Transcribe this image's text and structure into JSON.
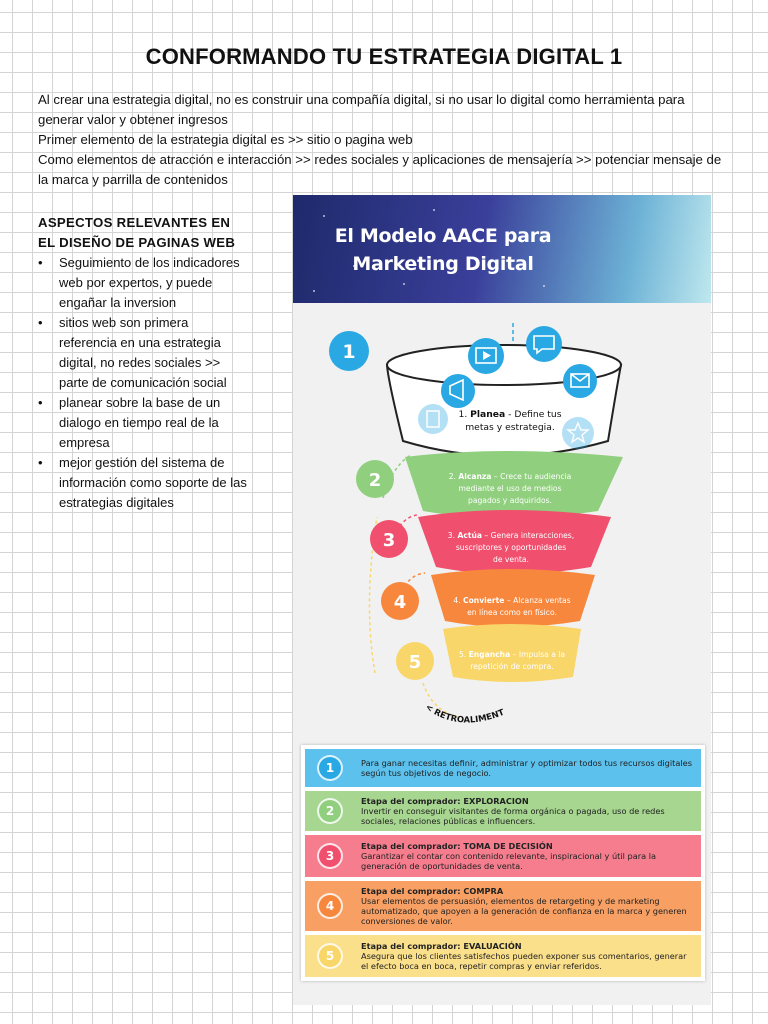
{
  "title": "CONFORMANDO TU ESTRATEGIA DIGITAL 1",
  "intro": [
    "Al crear una estrategia digital, no es construir una compañía digital, si no usar lo digital como herramienta para generar valor y obtener ingresos",
    "Primer elemento de la estrategia digital es >> sitio o pagina web",
    "Como elementos de atracción e interacción >> redes sociales y aplicaciones de mensajería >> potenciar mensaje de la marca y parrilla de contenidos"
  ],
  "aspects": {
    "heading_1": "ASPECTOS RELEVANTES EN",
    "heading_2": "EL DISEÑO DE PAGINAS WEB",
    "bullet": "•",
    "items": [
      "Seguimiento de los indicadores web por expertos, y puede engañar la inversion",
      "sitios web son primera referencia en una estrategia digital, no redes sociales >> parte de comunicación social",
      "planear sobre la base de un dialogo en tiempo real de la empresa",
      "mejor gestión del sistema de información como soporte de las estrategias digitales"
    ]
  },
  "infographic": {
    "title_1": "El Modelo AACE para",
    "title_2": "Marketing Digital",
    "retro_label": "RETROALIMENTA",
    "colors": {
      "step1": "#2aa8e4",
      "step2": "#8fcf7d",
      "step3": "#f0506e",
      "step4": "#f7873c",
      "step5": "#f9d669",
      "row1": "#5cc1ec",
      "row2": "#a6d68f",
      "row3": "#f57d8e",
      "row4": "#f8a064",
      "row5": "#fbe08c"
    },
    "stages": [
      {
        "num": "1",
        "name": "Planea",
        "sep": " - ",
        "line1": "Define tus",
        "line2": "metas y estrategia.",
        "line3": ""
      },
      {
        "num": "2",
        "name": "Alcanza",
        "sep": " – ",
        "line1": "Crece tu audiencia",
        "line2": "mediante el uso de medios",
        "line3": "pagados y adquiridos."
      },
      {
        "num": "3",
        "name": "Actúa",
        "sep": " – ",
        "line1": "Genera interacciones,",
        "line2": "suscriptores y oportunidades",
        "line3": "de venta."
      },
      {
        "num": "4",
        "name": "Convierte",
        "sep": " – ",
        "line1": "Alcanza ventas",
        "line2": "en línea como en físico.",
        "line3": ""
      },
      {
        "num": "5",
        "name": "Engancha",
        "sep": " – ",
        "line1": "Impulsa a la",
        "line2": "repetición de compra.",
        "line3": ""
      }
    ],
    "rows": [
      {
        "num": "1",
        "head": "",
        "text": "Para ganar necesitas definir, administrar y optimizar todos tus recursos digitales según tus objetivos de negocio."
      },
      {
        "num": "2",
        "head": "Etapa del comprador: EXPLORACION",
        "text": "Invertir en conseguir visitantes de forma orgánica o pagada, uso de redes sociales, relaciones públicas e influencers."
      },
      {
        "num": "3",
        "head": "Etapa del comprador: TOMA DE DECISIÓN",
        "text": "Garantizar el contar con contenido relevante, inspiracional y útil para la generación de oportunidades de venta."
      },
      {
        "num": "4",
        "head": "Etapa del comprador: COMPRA",
        "text": "Usar elementos de persuasión, elementos de retargeting y de marketing automatizado, que apoyen a la generación de confianza en la marca y generen conversiones de valor."
      },
      {
        "num": "5",
        "head": "Etapa del comprador: EVALUACIÓN",
        "text": "Asegura que los clientes satisfechos pueden exponer sus comentarios, generar el efecto boca en boca, repetir compras y enviar referidos."
      }
    ]
  }
}
